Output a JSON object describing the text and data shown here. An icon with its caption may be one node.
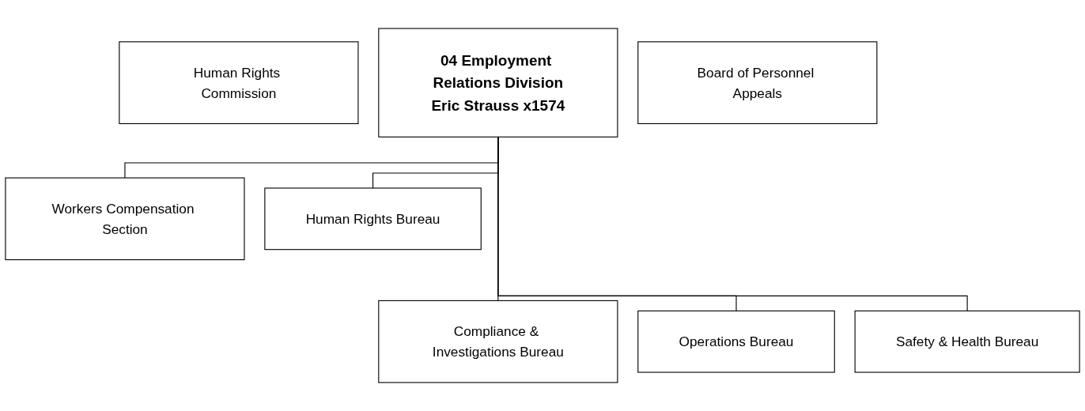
{
  "diagram": {
    "nodes": [
      {
        "text": [
          "Human Rights Commission"
        ]
      },
      {
        "text": [
          "04 Employment Relations Division",
          "Eric Strauss x1574"
        ]
      },
      {
        "text": [
          "Board of Personnel Appeals"
        ]
      },
      {
        "text": [
          "Workers Compensation Section"
        ]
      },
      {
        "text": [
          "Human Rights Bureau"
        ]
      },
      {
        "text": [
          "Compliance & Investigations Bureau"
        ]
      },
      {
        "text": [
          "Operations Bureau"
        ]
      },
      {
        "text": [
          "Safety & Health Bureau"
        ]
      }
    ],
    "edges": [
      {
        "from": 1,
        "to": 3,
        "arrow": "none"
      },
      {
        "from": 1,
        "to": 4,
        "arrow": "none"
      },
      {
        "from": 1,
        "to": 5,
        "arrow": "none"
      },
      {
        "from": 1,
        "to": 6,
        "arrow": "none"
      },
      {
        "from": 1,
        "to": 7,
        "arrow": "none"
      }
    ]
  }
}
